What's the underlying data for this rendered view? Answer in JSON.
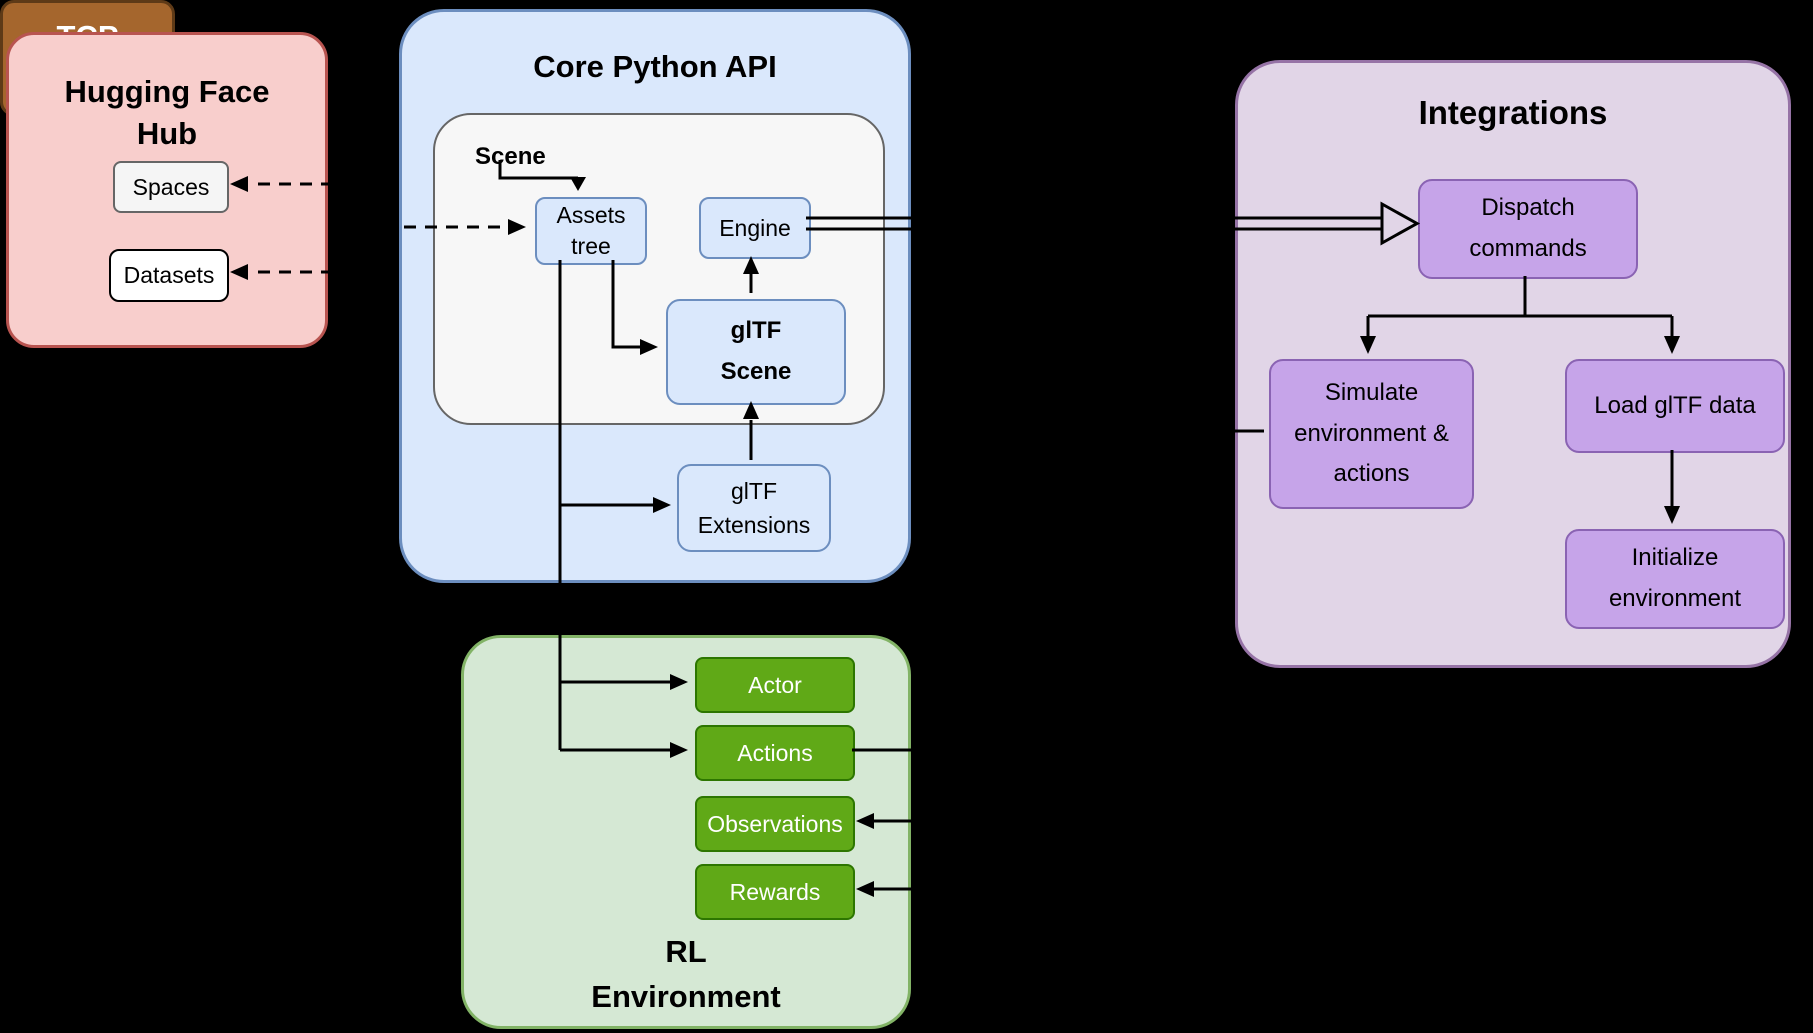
{
  "diagram": {
    "background_color": "#000000",
    "connector_color": "#000000",
    "hugging_face_hub": {
      "title": "Hugging Face Hub",
      "fill": "#F8CECC",
      "stroke": "#B85450",
      "nodes": {
        "spaces": "Spaces",
        "datasets": "Datasets"
      }
    },
    "core_python_api": {
      "title": "Core Python API",
      "fill": "#DAE8FC",
      "stroke": "#6C8EBF",
      "scene_group": {
        "label": "Scene",
        "fill": "#F7F7F7",
        "stroke": "#666666",
        "nodes": {
          "assets_tree": "Assets tree",
          "engine": "Engine",
          "gltf_scene": "glTF Scene"
        }
      },
      "nodes": {
        "gltf_extensions": "glTF Extensions"
      }
    },
    "tcp_server": {
      "title": "TCP Server",
      "fill": "#A5662D",
      "stroke": "#5E3A17",
      "text_color": "#FFFFFF"
    },
    "integrations": {
      "title": "Integrations",
      "fill": "#E1D5E7",
      "stroke": "#9673A6",
      "node_fill": "#C6A4E9",
      "node_stroke": "#8A63B3",
      "nodes": {
        "dispatch_commands": "Dispatch commands",
        "simulate_environment": "Simulate environment & actions",
        "load_gltf_data": "Load glTF data",
        "initialize_environment": "Initialize environment"
      }
    },
    "rl_environment": {
      "title": "RL Environment",
      "fill": "#D5E8D4",
      "stroke": "#82B366",
      "node_fill": "#60A917",
      "node_stroke": "#2D7600",
      "node_text_color": "#FFFFFF",
      "nodes": {
        "actor": "Actor",
        "actions": "Actions",
        "observations": "Observations",
        "rewards": "Rewards"
      }
    }
  }
}
